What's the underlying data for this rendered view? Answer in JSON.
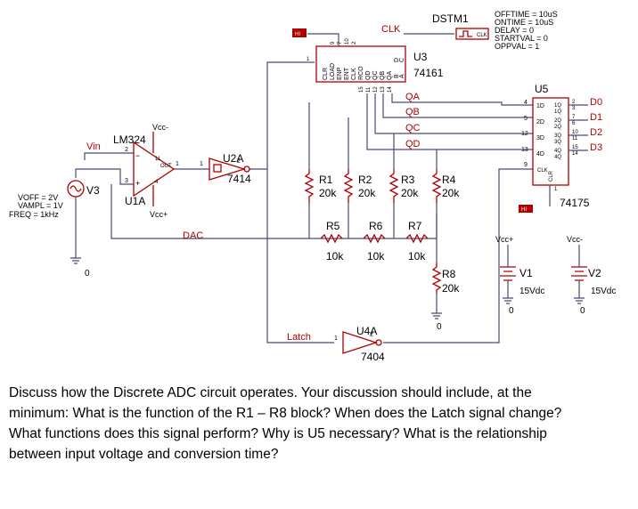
{
  "schematic": {
    "source": {
      "name": "V3",
      "params": [
        "VOFF = 2V",
        "VAMPL = 1V",
        "FREQ = 1kHz"
      ],
      "ground": "0"
    },
    "net_labels": {
      "vin": "Vin",
      "dac": "DAC",
      "latch": "Latch",
      "clk": "CLK",
      "hi1": "HI",
      "hi2": "HI"
    },
    "opamp": {
      "part": "LM324",
      "ref": "U1A",
      "vcc_neg": "Vcc-",
      "vcc_pos": "Vcc+",
      "pin_out": "1",
      "pin_out_label": "OUT",
      "pin_minus": "2",
      "pin_plus": "3",
      "pin_v_pos": "4",
      "pin_v_neg": "11"
    },
    "inverter1": {
      "ref": "U2A",
      "part": "7414",
      "pin_in": "1",
      "pin_out": "2"
    },
    "inverter2": {
      "ref": "U4A",
      "part": "7404",
      "pin_in": "1",
      "pin_out": "2"
    },
    "counter": {
      "ref": "U3",
      "part": "74161",
      "pins": [
        "CLR",
        "LOAD",
        "ENP",
        "ENT",
        "CLK",
        "RCO",
        "QD",
        "QC",
        "QB",
        "QA",
        "D",
        "C",
        "B",
        "A"
      ],
      "pin_numbers": [
        "1",
        "9",
        "7",
        "10",
        "2",
        "15",
        "11",
        "12",
        "13",
        "14"
      ],
      "outputs": [
        "QA",
        "QB",
        "QC",
        "QD"
      ]
    },
    "clock": {
      "ref": "DSTM1",
      "symbol": "CLK",
      "params": [
        "OFFTIME = 10uS",
        "ONTIME = 10uS",
        "DELAY = 0",
        "STARTVAL = 0",
        "OPPVAL = 1"
      ]
    },
    "latch": {
      "ref": "U5",
      "part": "74175",
      "inputs": [
        {
          "pin": "4",
          "label": "1D"
        },
        {
          "pin": "5",
          "label": "2D"
        },
        {
          "pin": "12",
          "label": "3D"
        },
        {
          "pin": "13",
          "label": "4D"
        }
      ],
      "out_labels": [
        "1Q",
        "1Q",
        "2Q",
        "2Q",
        "3Q",
        "3Q",
        "4Q",
        "4Q"
      ],
      "out_pins": [
        "2",
        "3",
        "7",
        "6",
        "10",
        "11",
        "15",
        "14"
      ],
      "clk_pin": "9",
      "clr_pin": "1",
      "clk_label": "CLK",
      "clr_label": "CLR",
      "outputs": [
        "D0",
        "D1",
        "D2",
        "D3"
      ]
    },
    "resistors": [
      {
        "ref": "R1",
        "value": "20k"
      },
      {
        "ref": "R2",
        "value": "20k"
      },
      {
        "ref": "R3",
        "value": "20k"
      },
      {
        "ref": "R4",
        "value": "20k"
      },
      {
        "ref": "R5",
        "value": "10k"
      },
      {
        "ref": "R6",
        "value": "10k"
      },
      {
        "ref": "R7",
        "value": "10k"
      },
      {
        "ref": "R8",
        "value": "20k"
      }
    ],
    "supplies": [
      {
        "ref": "V1",
        "value": "15Vdc",
        "net": "Vcc+",
        "ground": "0"
      },
      {
        "ref": "V2",
        "value": "15Vdc",
        "net": "Vcc-",
        "ground": "0"
      }
    ],
    "r8_ground": "0"
  },
  "question": {
    "lines": [
      "Discuss how the Discrete ADC circuit operates. Your discussion should include, at the",
      "minimum: What is the function of the R1 – R8 block? When does the Latch signal change?",
      "What functions does this signal perform? Why is U5 necessary? What is the relationship",
      "between input voltage and conversion time?"
    ]
  }
}
